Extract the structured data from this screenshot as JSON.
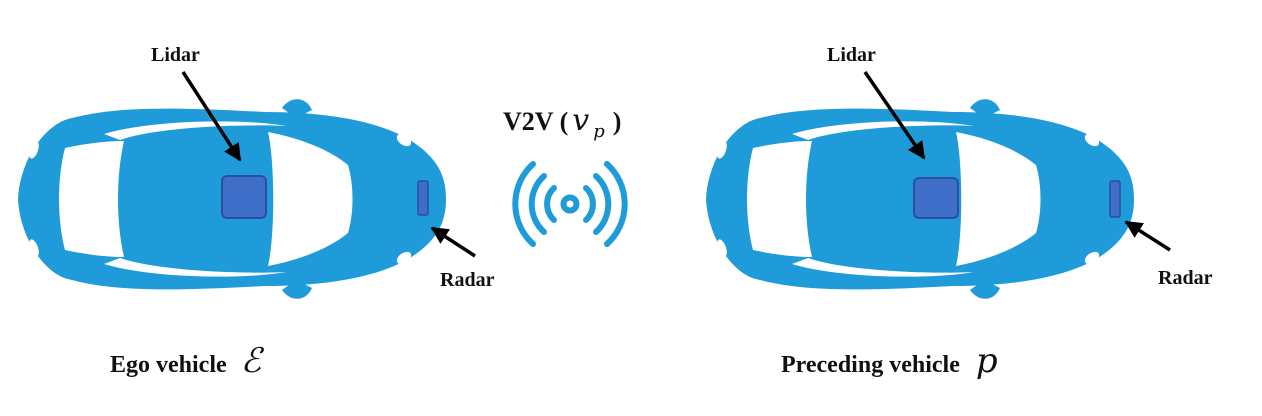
{
  "colors": {
    "car_body": "#1e9bd8",
    "glass": "#ffffff",
    "sensor": "#3f6ec8",
    "sensor_stroke": "#2c4f9c",
    "signal": "#1e9bd8",
    "arrow": "#000000"
  },
  "ego": {
    "lidar_label": "Lidar",
    "radar_label": "Radar",
    "caption_text": "Ego vehicle",
    "caption_symbol": "ℰ"
  },
  "preceding": {
    "lidar_label": "Lidar",
    "radar_label": "Radar",
    "caption_text": "Preceding vehicle",
    "caption_symbol": "p"
  },
  "v2v": {
    "label": "V2V (",
    "symbol": "v",
    "subscript": "p",
    "close": ")",
    "icon": "wireless-signal-icon"
  }
}
